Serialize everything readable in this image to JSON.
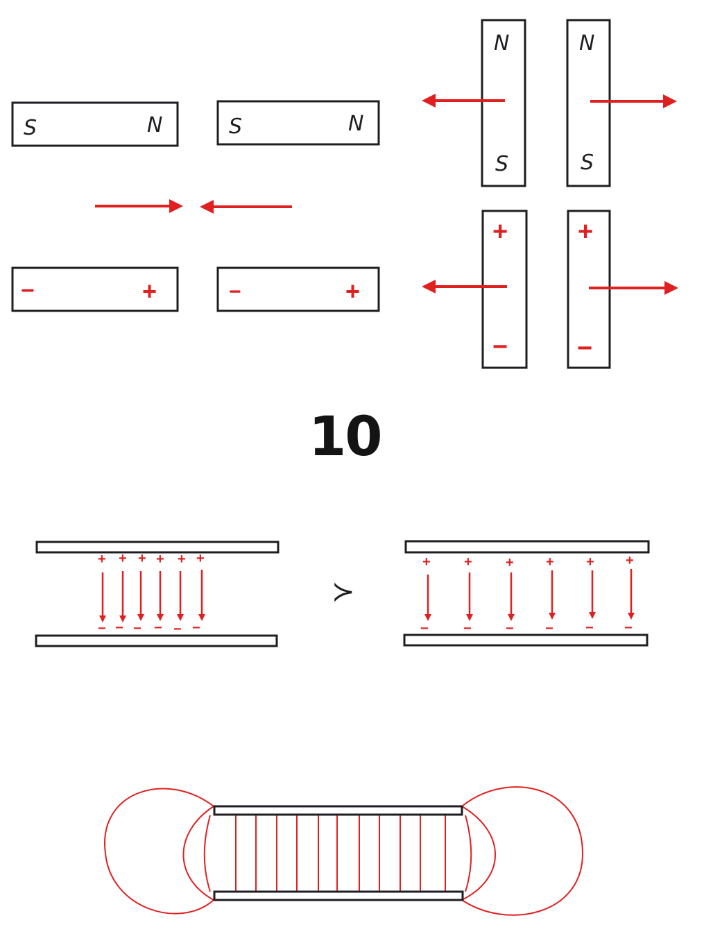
{
  "figure": {
    "number": "10",
    "colors": {
      "outline": "#1e1e22",
      "field": "#e02020",
      "background": "#ffffff"
    }
  },
  "magnets_horizontal": [
    {
      "left_pole": "S",
      "right_pole": "N"
    },
    {
      "left_pole": "S",
      "right_pole": "N"
    }
  ],
  "magnets_vertical": [
    {
      "top_pole": "N",
      "bottom_pole": "S",
      "force_direction": "left"
    },
    {
      "top_pole": "N",
      "bottom_pole": "S",
      "force_direction": "right"
    }
  ],
  "attraction_arrows": {
    "left": "right",
    "right": "left"
  },
  "charged_bars_horizontal": [
    {
      "left_charge": "−",
      "right_charge": "+"
    },
    {
      "left_charge": "−",
      "right_charge": "+"
    }
  ],
  "charged_bars_vertical": [
    {
      "top_charge": "+",
      "bottom_charge": "−",
      "force_direction": "left"
    },
    {
      "top_charge": "+",
      "bottom_charge": "−",
      "force_direction": "right"
    }
  ],
  "capacitor_comparison": {
    "left": {
      "plus_signs": [
        "+",
        "+",
        "+",
        "+",
        "+",
        "+"
      ],
      "minus_signs": [
        "−",
        "−",
        "−",
        "−",
        "−",
        "−"
      ],
      "field_lines": 6,
      "spacing": "dense"
    },
    "comparison_symbol": "≻",
    "right": {
      "plus_signs": [
        "+",
        "+",
        "+",
        "+",
        "+",
        "+"
      ],
      "minus_signs": [
        "−",
        "−",
        "−",
        "−",
        "−",
        "−"
      ],
      "field_lines": 6,
      "spacing": "sparse"
    }
  },
  "capacitor_fringe": {
    "internal_field_lines": 11,
    "fringe_loops": "both sides"
  }
}
